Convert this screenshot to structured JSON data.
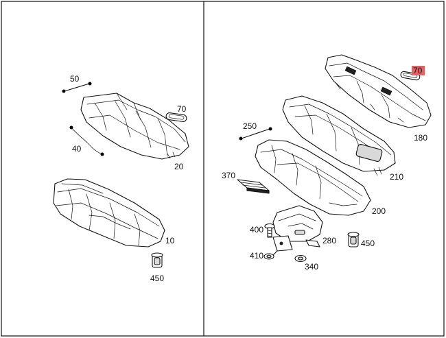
{
  "colors": {
    "highlight": "#e06262",
    "line": "#111111",
    "background": "#ffffff"
  },
  "labels": {
    "l50": "50",
    "l40": "40",
    "l70_left": "70",
    "l20": "20",
    "l10": "10",
    "l450_left": "450",
    "l70_right": "70",
    "l250": "250",
    "l180": "180",
    "l370": "370",
    "l210": "210",
    "l200": "200",
    "l400": "400",
    "l280": "280",
    "l450_right": "450",
    "l410": "410",
    "l340": "340"
  }
}
